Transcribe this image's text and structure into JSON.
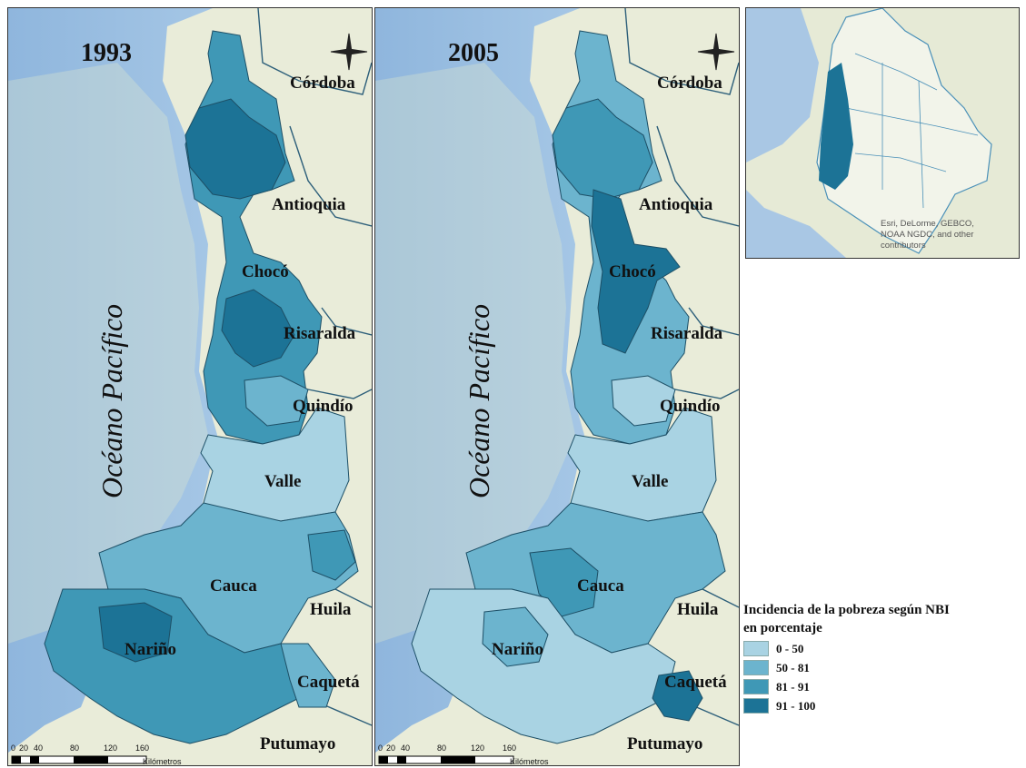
{
  "maps": [
    {
      "year": "1993",
      "labels": {
        "cordoba": "Córdoba",
        "antioquia": "Antioquia",
        "choco": "Chocó",
        "risaralda": "Risaralda",
        "quindio": "Quindío",
        "valle": "Valle",
        "cauca": "Cauca",
        "huila": "Huila",
        "narino": "Nariño",
        "caqueta": "Caquetá",
        "putumayo": "Putumayo"
      },
      "ocean": "Océano Pacífico",
      "scale": {
        "ticks": [
          "0",
          "20",
          "40",
          "80",
          "120",
          "160"
        ],
        "unit": "Kilómetros"
      }
    },
    {
      "year": "2005",
      "labels": {
        "cordoba": "Córdoba",
        "antioquia": "Antioquia",
        "choco": "Chocó",
        "risaralda": "Risaralda",
        "quindio": "Quindío",
        "valle": "Valle",
        "cauca": "Cauca",
        "huila": "Huila",
        "narino": "Nariño",
        "caqueta": "Caquetá",
        "putumayo": "Putumayo"
      },
      "ocean": "Océano Pacífico",
      "scale": {
        "ticks": [
          "0",
          "20",
          "40",
          "80",
          "120",
          "160"
        ],
        "unit": "Kilómetros"
      }
    }
  ],
  "inset": {
    "attribution": [
      "Esri, DeLorme, GEBCO,",
      "NOAA NGDC, and other",
      "contributors"
    ]
  },
  "legend": {
    "title": [
      "Incidencia de la pobreza según NBI",
      "en porcentaje"
    ],
    "classes": [
      {
        "label": "0 - 50",
        "color": "#a9d3e3"
      },
      {
        "label": "50 - 81",
        "color": "#6cb4ce"
      },
      {
        "label": "81 - 91",
        "color": "#3f98b6"
      },
      {
        "label": "91 - 100",
        "color": "#1c7396"
      }
    ]
  },
  "colors": {
    "ocean": "#9fc3e4",
    "land": "#e9ecd9",
    "outline": "#1d4f66"
  }
}
